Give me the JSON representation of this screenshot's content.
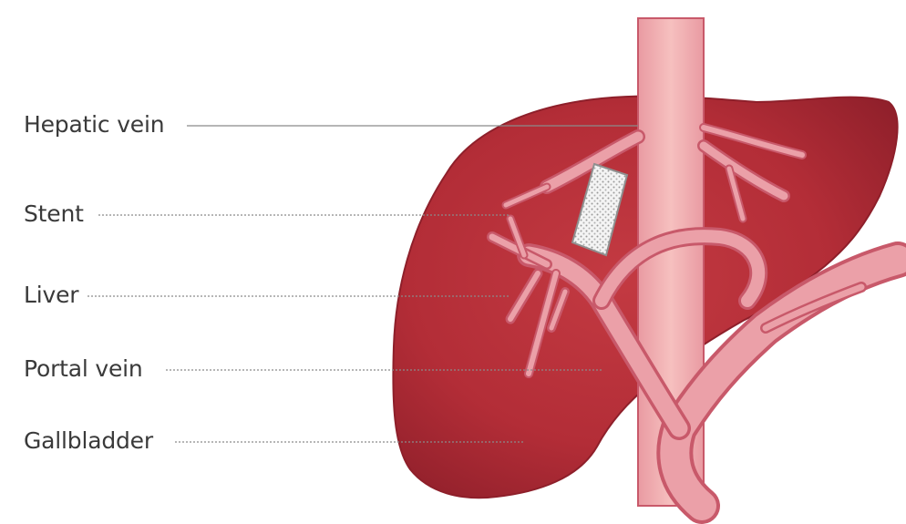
{
  "labels": [
    {
      "text": "Hepatic vein"
    },
    {
      "text": "Stent"
    },
    {
      "text": "Liver"
    },
    {
      "text": "Portal vein"
    },
    {
      "text": "Gallbladder"
    }
  ],
  "colors": {
    "liver": "#b8313a",
    "liver_dark": "#8e1f2a",
    "vessel": "#eba0a8",
    "vessel_outline": "#c8596a",
    "vena_cava": "#f2b2b2",
    "gallbladder": "#5e8a39",
    "stent": "#e6e6e6",
    "leader_line": "#8a8a8a",
    "label_text": "#3a3a3a"
  }
}
